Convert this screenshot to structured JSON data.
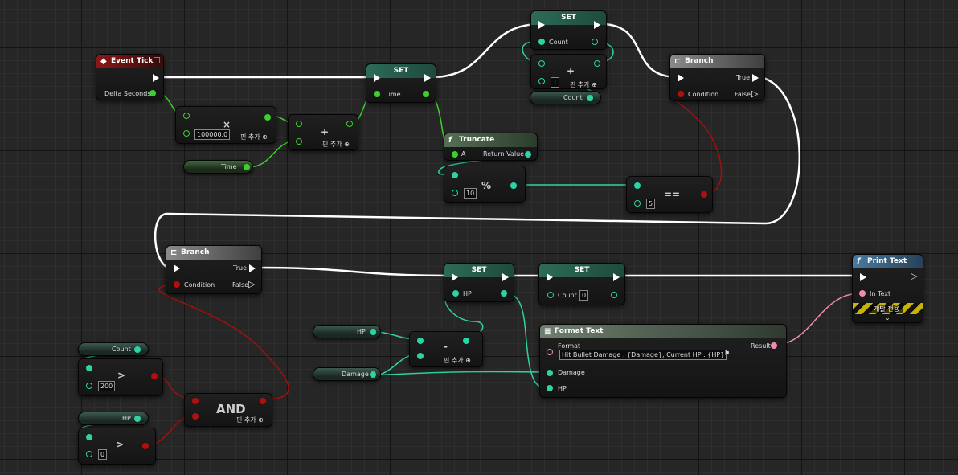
{
  "nodes": {
    "event_tick": {
      "title": "Event Tick",
      "delta": "Delta Seconds"
    },
    "multiply": {
      "symbol": "×",
      "value": "100000.0",
      "add_pin": "핀 추가"
    },
    "add_time": {
      "symbol": "+",
      "add_pin": "핀 추가"
    },
    "time_var": {
      "label": "Time"
    },
    "set_time": {
      "title": "SET",
      "pin": "Time"
    },
    "set_count_top": {
      "title": "SET",
      "pin": "Count"
    },
    "add_count": {
      "symbol": "+",
      "value": "1",
      "add_pin": "핀 추가"
    },
    "count_var_top": {
      "label": "Count"
    },
    "branch_top": {
      "title": "Branch",
      "true": "True",
      "condition": "Condition",
      "false": "False"
    },
    "truncate": {
      "title": "Truncate",
      "a": "A",
      "ret": "Return Value"
    },
    "modulo": {
      "symbol": "%",
      "value": "10"
    },
    "equal": {
      "symbol": "==",
      "value": "5"
    },
    "branch_bottom": {
      "title": "Branch",
      "true": "True",
      "condition": "Condition",
      "false": "False"
    },
    "set_hp": {
      "title": "SET",
      "pin": "HP"
    },
    "set_count_bottom": {
      "title": "SET",
      "pin": "Count",
      "value": "0"
    },
    "print_text": {
      "title": "Print Text",
      "in_text": "In Text",
      "dev_only": "개발 전용"
    },
    "hp_var_mid": {
      "label": "HP"
    },
    "damage_var": {
      "label": "Damage"
    },
    "subtract": {
      "symbol": "-",
      "add_pin": "핀 추가"
    },
    "format_text": {
      "title": "Format Text",
      "format": "Format",
      "format_value": "Hit Bullet Damage : {Damage},  Current HP : {HP}",
      "result": "Result",
      "damage": "Damage",
      "hp": "HP"
    },
    "count_var_bottom": {
      "label": "Count"
    },
    "greater_count": {
      "symbol": ">",
      "value": "200"
    },
    "hp_var_bottom": {
      "label": "HP"
    },
    "greater_hp": {
      "symbol": ">",
      "value": "0"
    },
    "and_node": {
      "symbol": "AND",
      "add_pin": "핀 추가"
    }
  },
  "colors": {
    "exec_wire": "#ffffff",
    "float_wire": "#2ed3a5",
    "double_wire": "#3cd02c",
    "bool_wire": "#a01010",
    "text_wire": "#f08cae"
  }
}
